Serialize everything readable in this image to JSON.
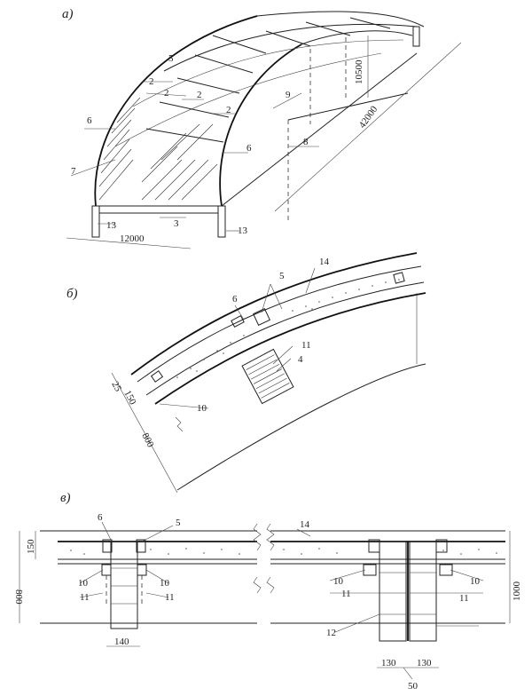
{
  "panels": {
    "a": "а)",
    "b": "б)",
    "v": "в)"
  },
  "view_a": {
    "dim_width": "12000",
    "dim_length": "42000",
    "dim_height": "10500",
    "labels": {
      "l2a": "2",
      "l2b": "2",
      "l2c": "2",
      "l2d": "2",
      "l3": "3",
      "l5": "5",
      "l6a": "6",
      "l6b": "6",
      "l7": "7",
      "l8": "8",
      "l9": "9",
      "l13a": "13",
      "l13b": "13"
    }
  },
  "view_b": {
    "dim_25": "25",
    "dim_150": "150",
    "dim_800": "800",
    "labels": {
      "l4": "4",
      "l5": "5",
      "l6": "6",
      "l10": "10",
      "l11": "11",
      "l14": "14"
    }
  },
  "view_v": {
    "dim_150": "150",
    "dim_800": "800",
    "dim_140": "140",
    "dim_1000": "1000",
    "dim_130a": "130",
    "dim_130b": "130",
    "dim_50": "50",
    "labels": {
      "l5": "5",
      "l6": "6",
      "l10a": "10",
      "l10b": "10",
      "l10c": "10",
      "l10d": "10",
      "l11a": "11",
      "l11b": "11",
      "l11c": "11",
      "l11d": "11",
      "l12": "12",
      "l14": "14"
    }
  }
}
